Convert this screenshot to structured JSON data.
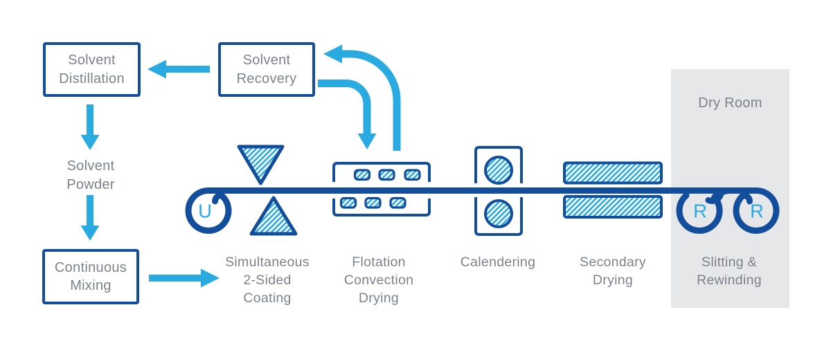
{
  "colors": {
    "dark_blue": "#124e9c",
    "light_blue": "#29abe2",
    "label_gray": "#7c828b",
    "dry_room_gray": "#e6e7e8",
    "background": "#ffffff"
  },
  "process_boxes": {
    "solvent_distillation": {
      "line1": "Solvent",
      "line2": "Distillation"
    },
    "solvent_recovery": {
      "line1": "Solvent",
      "line2": "Recovery"
    },
    "continuous_mixing": {
      "line1": "Continuous",
      "line2": "Mixing"
    }
  },
  "material_labels": {
    "solvent_powder": {
      "line1": "Solvent",
      "line2": "Powder"
    }
  },
  "dry_room": {
    "label": "Dry Room"
  },
  "reels": {
    "unwinder_letter": "U",
    "rewinder_left_letter": "R",
    "rewinder_right_letter": "R"
  },
  "stations": {
    "coating": {
      "line1": "Simultaneous",
      "line2": "2-Sided",
      "line3": "Coating"
    },
    "flotation_drying": {
      "line1": "Flotation",
      "line2": "Convection",
      "line3": "Drying"
    },
    "calendering": {
      "line1": "Calendering"
    },
    "secondary_drying": {
      "line1": "Secondary",
      "line2": "Drying"
    },
    "slitting_rewinding": {
      "line1": "Slitting &",
      "line2": "Rewinding"
    }
  }
}
